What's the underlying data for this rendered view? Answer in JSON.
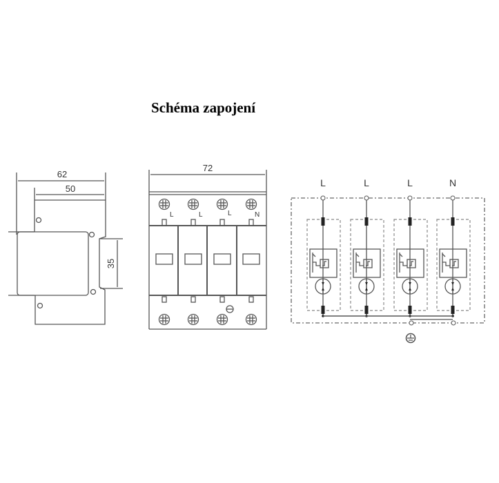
{
  "title": "Schéma zapojení",
  "side_view": {
    "dim_total": "62",
    "dim_inner": "50",
    "dim_rail": "35"
  },
  "front_view": {
    "dim_width": "72",
    "poles": [
      "L",
      "L",
      "L",
      "N"
    ]
  },
  "circuit": {
    "poles": [
      "L",
      "L",
      "L",
      "N"
    ],
    "ground_symbol": "earth-icon"
  }
}
